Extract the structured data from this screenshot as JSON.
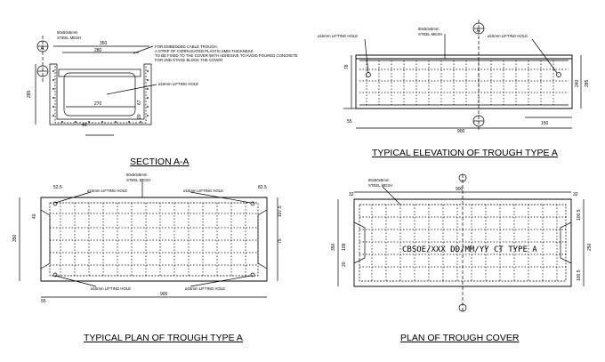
{
  "colors": {
    "line": "#000000",
    "background": "#ffffff"
  },
  "section_aa": {
    "caption": "SECTION A-A",
    "mesh_line1": "50x50x5mm",
    "mesh_line2": "STEEL MESH",
    "note1": "FOR EMBEDDED CABLE TROUGH,",
    "note2": "A STRIP OF CORRUGATED PLASTIC 5MM THICKNESS",
    "note3": "TO BE FIXED TO THE COVER WITH ADHESIVE TO AVOID POURED CONCRETE",
    "note4": "FOR 2ND STAGE BLOCK THE COVER",
    "lifting_hole": "ø15mm LIFTING HOLE",
    "dim_350": "350",
    "dim_280": "280",
    "dim_270": "270",
    "dim_285": "285",
    "dim_40": "40",
    "dim_67": "67",
    "dim_20": "20",
    "symbol": "A"
  },
  "elevation": {
    "caption": "TYPICAL ELEVATION OF TROUGH TYPE A",
    "mesh_line1": "50x50x5mm",
    "mesh_line2": "STEEL MESH",
    "lifting_left": "ø15mm LIFTING HOLE",
    "lifting_right": "ø15mm LIFTING HOLE",
    "dim_900": "900",
    "dim_150": "150",
    "dim_55": "55",
    "dim_78": "78",
    "dim_240": "240",
    "dim_285": "285",
    "symbol": "A"
  },
  "plan_trough": {
    "caption": "TYPICAL PLAN OF TROUGH TYPE A",
    "mesh_line1": "50x50x5mm",
    "mesh_line2": "STEEL MESH",
    "lifting_tl": "ø15mm LIFTING HOLE",
    "lifting_tr": "ø15mm LIFTING HOLE",
    "lifting_bl": "ø15mm LIFTING HOLE",
    "lifting_br": "ø15mm LIFTING HOLE",
    "dim_52_5": "52.5",
    "dim_82_5": "82.5",
    "dim_350": "350",
    "dim_900": "900",
    "dim_107_5": "107.5",
    "dim_40": "40",
    "dim_75": "75",
    "dim_55": "55"
  },
  "plan_cover": {
    "caption": "PLAN OF TROUGH COVER",
    "mesh_line1": "50x50x5mm",
    "mesh_line2": "STEEL MESH",
    "marking": "CBSOE/XXX DD/MM/YY CT TYPE A",
    "dim_900": "900",
    "dim_32": "32",
    "dim_350": "350",
    "dim_250": "250",
    "dim_100_5": "100.5",
    "dim_20": "20",
    "dim_109": "109"
  }
}
